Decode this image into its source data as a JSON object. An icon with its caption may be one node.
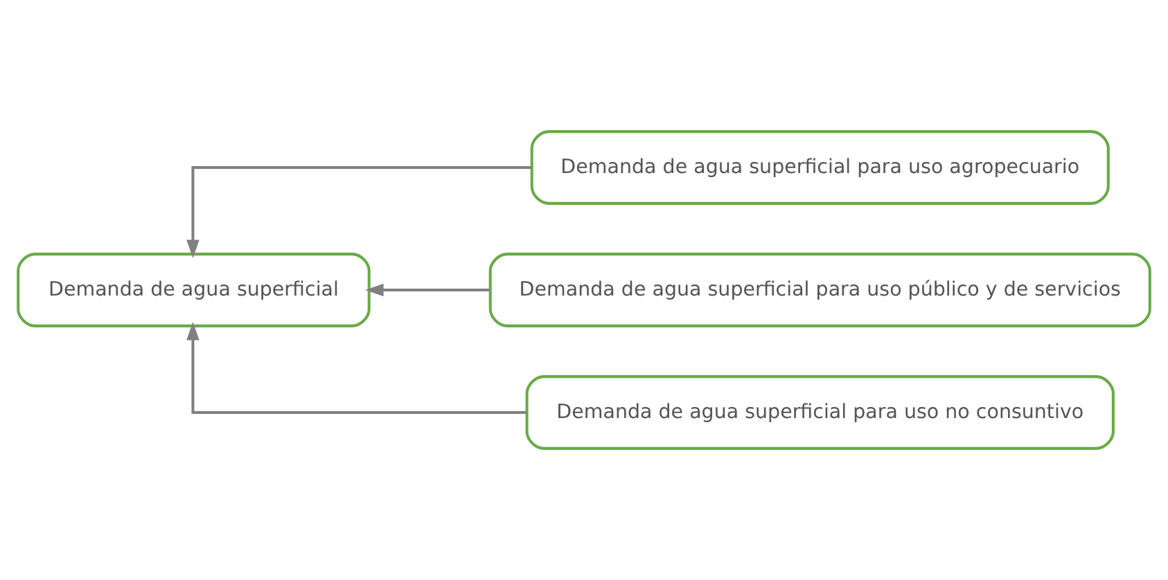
{
  "diagram": {
    "nodes": [
      {
        "text": [
          "Demanda de agua superficial"
        ]
      },
      {
        "text": [
          "Demanda de agua superficial para uso agropecuario"
        ]
      },
      {
        "text": [
          "Demanda de agua superficial para uso público y de servicios"
        ]
      },
      {
        "text": [
          "Demanda de agua superficial para uso no consuntivo"
        ]
      }
    ],
    "edges": [
      {
        "from": 1,
        "to": 0,
        "arrow": "to"
      },
      {
        "from": 2,
        "to": 0,
        "arrow": "to"
      },
      {
        "from": 3,
        "to": 0,
        "arrow": "to"
      }
    ]
  }
}
